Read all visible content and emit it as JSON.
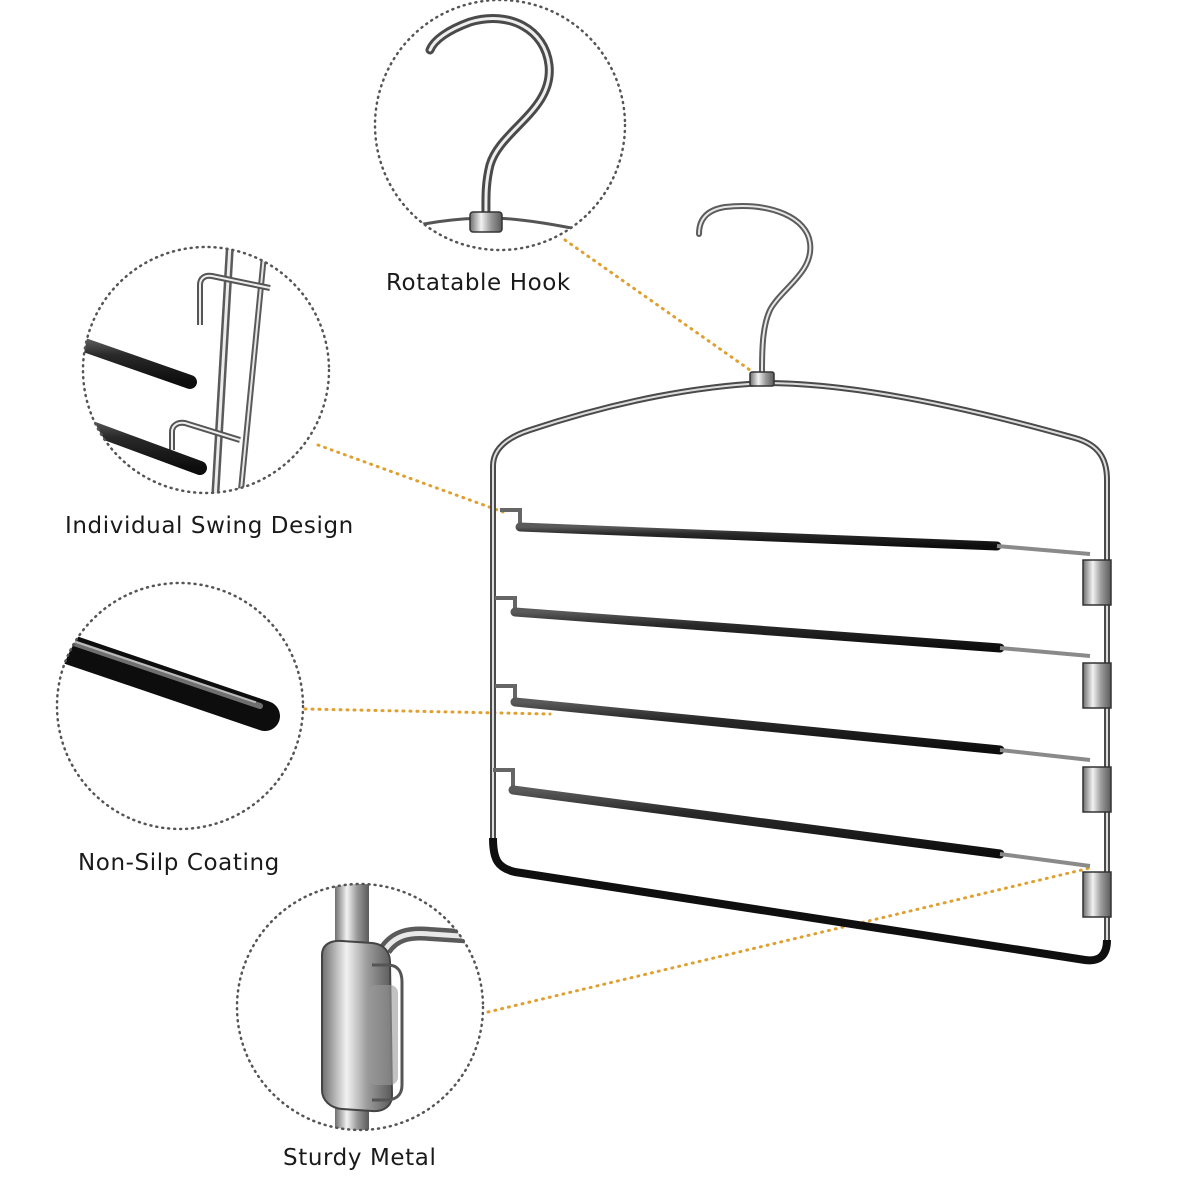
{
  "features": [
    {
      "id": "rotatable-hook",
      "label": "Rotatable Hook"
    },
    {
      "id": "individual-swing-design",
      "label": "Individual Swing Design"
    },
    {
      "id": "non-slip-coating",
      "label": "Non-Silp Coating"
    },
    {
      "id": "sturdy-metal",
      "label": "Sturdy Metal"
    }
  ],
  "colors": {
    "background": "#ffffff",
    "chrome": "#8a8a8a",
    "chrome_highlight": "#e6e6e6",
    "coating": "#1c1c1c",
    "callout_line": "#e0a030",
    "circle_border": "#555555",
    "label_text": "#1a1a1a"
  }
}
